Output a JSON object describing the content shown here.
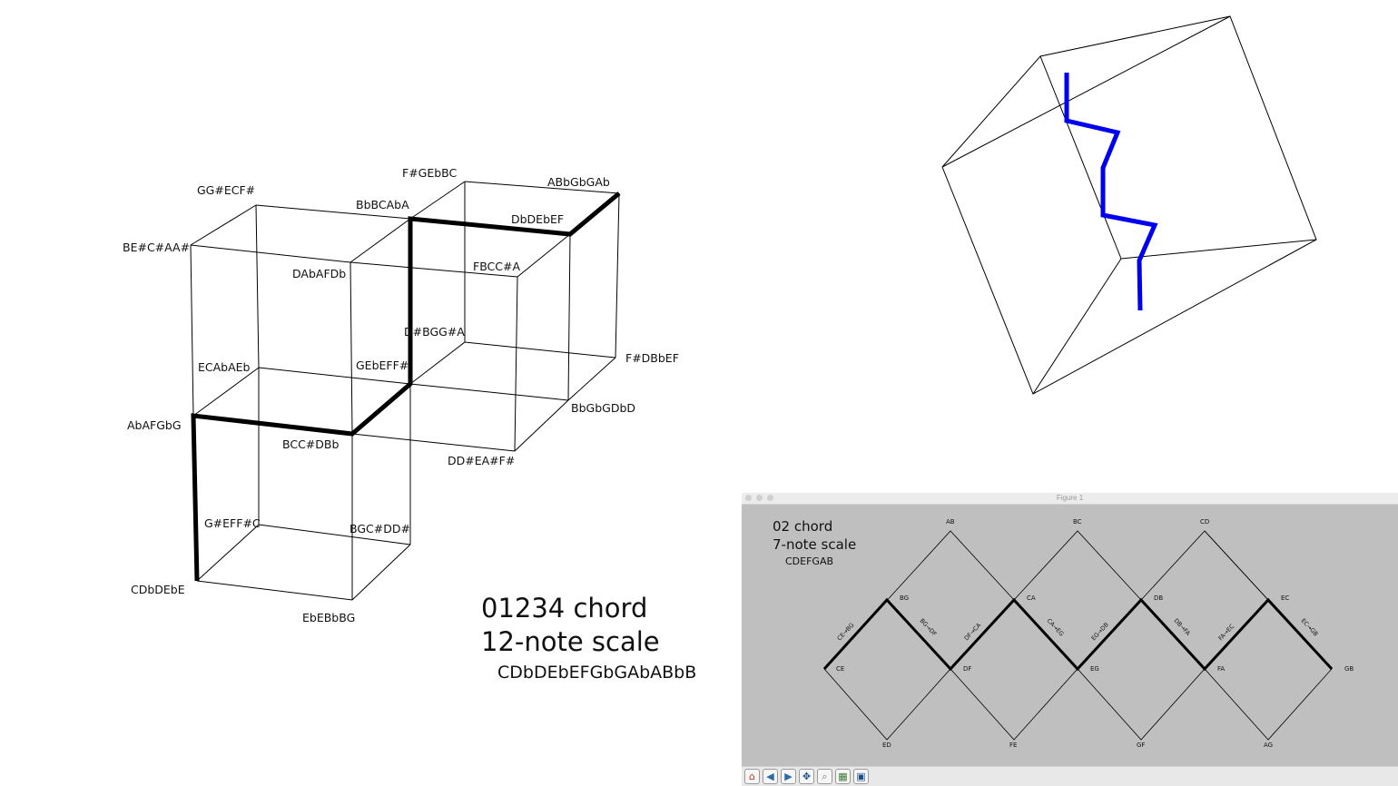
{
  "lattice_labels": {
    "CDbDEbE": "CDbDEbE",
    "EbEBbBG": "EbEBbBG",
    "BGC_DD": "BGC#DD#",
    "G_EFF_C": "G#EFF#C",
    "AbAFGbG": "AbAFGbG",
    "BCC_DBb": "BCC#DBb",
    "DD_EA_F": "DD#EA#F#",
    "BbGbGDbD": "BbGbGDbD",
    "F_DBbEF": "F#DBbEF",
    "ECAbAEb": "ECAbAEb",
    "GEbEFF": "GEbEFF#",
    "D_BGG_A": "D#BGG#A",
    "DAbAFDb": "DAbAFDb",
    "FBCC_A": "FBCC#A",
    "BE_C_AA": "BE#C#AA#",
    "GG_ECF": "GG#ECF#",
    "BbBCAbA": "BbBCAbA",
    "F_GEbBC": "F#GEbBC",
    "DbDEbEF": "DbDEbEF",
    "ABbGbGAb": "ABbGbGAb"
  },
  "main_caption": {
    "chord": "01234 chord",
    "scale": "12-note scale",
    "notes": "CDbDEbEFGbGAbABbB"
  },
  "figure_window": {
    "title": "Figure 1",
    "chord": "02 chord",
    "scale": "7-note scale",
    "notes": "CDEFGAB",
    "nodes": {
      "AB": "AB",
      "BC": "BC",
      "CD": "CD",
      "BG": "BG",
      "CA": "CA",
      "DB": "DB",
      "EC": "EC",
      "CE": "CE",
      "DF": "DF",
      "EG": "EG",
      "FA": "FA",
      "GB": "GB",
      "ED": "ED",
      "FE": "FE",
      "GF": "GF",
      "AG": "AG"
    },
    "edges": {
      "e1": "CE→BG",
      "e2": "BG→DF",
      "e3": "DF→CA",
      "e4": "CA→EG",
      "e5": "EG→DB",
      "e6": "DB→FA",
      "e7": "FA→EC",
      "e8": "EC→GB"
    },
    "toolbar": {
      "home": "home-icon",
      "back": "back-arrow-icon",
      "forward": "forward-arrow-icon",
      "pan": "pan-icon",
      "zoom": "zoom-icon",
      "configure": "configure-icon",
      "save": "save-icon"
    }
  },
  "colors": {
    "path_3d": "#0000ee",
    "figure_bg": "#bfbfbf"
  }
}
